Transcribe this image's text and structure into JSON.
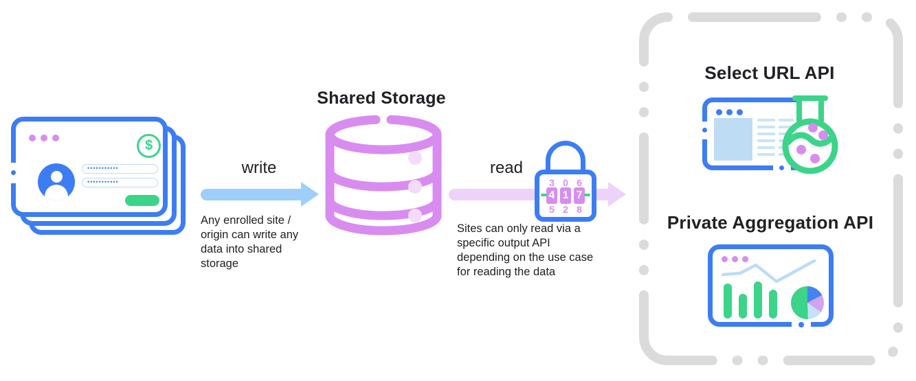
{
  "shared_storage": {
    "title": "Shared Storage"
  },
  "write_flow": {
    "label": "write",
    "caption_lines": [
      "Any enrolled site /",
      "origin can write any",
      "data into shared",
      "storage"
    ]
  },
  "read_flow": {
    "label": "read",
    "caption_lines": [
      "Sites can only read via a",
      "specific output API",
      "depending on the use case",
      "for reading the data"
    ],
    "lock": {
      "dials": [
        {
          "above": "3",
          "value": "4",
          "below": "5"
        },
        {
          "above": "0",
          "value": "1",
          "below": "2"
        },
        {
          "above": "6",
          "value": "7",
          "below": "8"
        }
      ]
    }
  },
  "login_window": {
    "password_mask": "•••••••••••",
    "currency_symbol": "$"
  },
  "output_panel": {
    "select_url": {
      "title": "Select URL API"
    },
    "private_aggregation": {
      "title": "Private Aggregation API"
    }
  },
  "colors": {
    "blue": "#3D7DF4",
    "purple": "#D98CF0",
    "green": "#3BD489",
    "write_arrow": "#9DCFFA",
    "read_arrow": "#EDD3F8",
    "light_blue_fill": "#BFDCF5",
    "dash_gray": "#DBDBDB",
    "text": "#202124"
  }
}
